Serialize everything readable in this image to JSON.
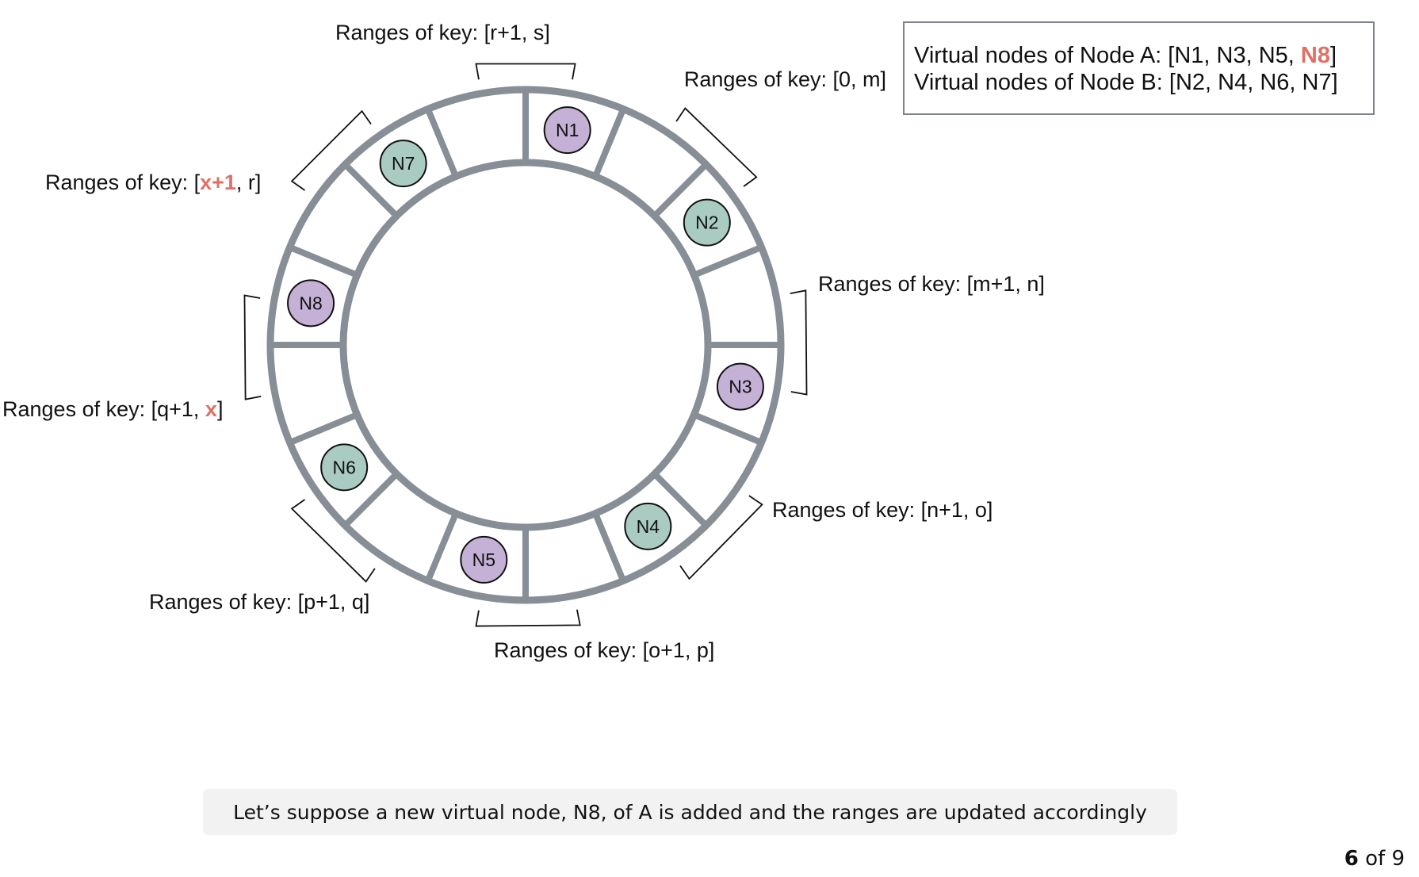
{
  "legend": {
    "node_a": {
      "prefix": "Virtual nodes of Node A: [N1, N3, N5, ",
      "highlight": "N8",
      "suffix": "]"
    },
    "node_b": {
      "text": "Virtual nodes of Node B: [N2, N4, N6, N7]"
    }
  },
  "colors": {
    "node_a_fill": "#c5b1d6",
    "node_b_fill": "#a9cbc1",
    "ring": "#878e96",
    "highlight": "#e07065",
    "caption_bg": "#f2f2f2"
  },
  "nodes": [
    {
      "label": "N1",
      "owner": "A"
    },
    {
      "label": "N2",
      "owner": "B"
    },
    {
      "label": "N3",
      "owner": "A"
    },
    {
      "label": "N4",
      "owner": "B"
    },
    {
      "label": "N5",
      "owner": "A"
    },
    {
      "label": "N6",
      "owner": "B"
    },
    {
      "label": "N8",
      "owner": "A"
    },
    {
      "label": "N7",
      "owner": "B"
    }
  ],
  "ranges": [
    {
      "parts": [
        {
          "t": "Ranges of key: [0, m]"
        }
      ]
    },
    {
      "parts": [
        {
          "t": "Ranges of key: [m+1, n]"
        }
      ]
    },
    {
      "parts": [
        {
          "t": "Ranges of key: [n+1, o]"
        }
      ]
    },
    {
      "parts": [
        {
          "t": "Ranges of key: [o+1, p]"
        }
      ]
    },
    {
      "parts": [
        {
          "t": "Ranges of key: [p+1, q]"
        }
      ]
    },
    {
      "parts": [
        {
          "t": "Ranges of key: [q+1, "
        },
        {
          "t": "x",
          "hl": true
        },
        {
          "t": "]"
        }
      ]
    },
    {
      "parts": [
        {
          "t": "Ranges of key: ["
        },
        {
          "t": "x+1",
          "hl": true
        },
        {
          "t": ", r]"
        }
      ]
    },
    {
      "parts": [
        {
          "t": "Ranges of key: [r+1, s]"
        }
      ]
    }
  ],
  "caption": "Let’s suppose a new virtual node, N8, of A is added and the ranges are updated accordingly",
  "page": {
    "current": "6",
    "suffix": " of 9"
  }
}
